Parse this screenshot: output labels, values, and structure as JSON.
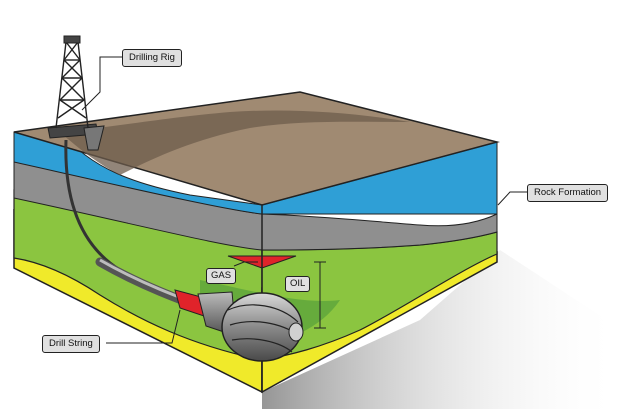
{
  "labels": {
    "drilling_rig": "Drilling Rig",
    "rock_formation": "Rock Formation",
    "gas": "GAS",
    "oil": "OIL",
    "drill_string": "Drill String"
  },
  "colors": {
    "surface": "#a08a72",
    "surface_dark": "#6d5c4c",
    "water": "#2f9fd6",
    "gray_rock": "#8f8f8f",
    "green_layer": "#8bc540",
    "yellow_layer": "#f0ea2a",
    "gas_red": "#e0232a",
    "outline": "#222222"
  }
}
